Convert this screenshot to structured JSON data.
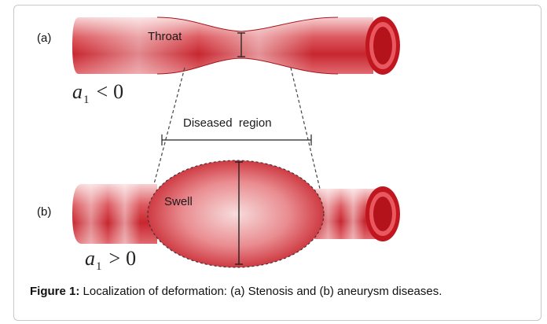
{
  "panels": {
    "a": {
      "label": "(a)",
      "condition_var": "a",
      "condition_sub": "1",
      "condition_op": "<",
      "condition_val": "0",
      "feature": "Throat"
    },
    "b": {
      "label": "(b)",
      "condition_var": "a",
      "condition_sub": "1",
      "condition_op": ">",
      "condition_val": "0",
      "feature": "Swell"
    }
  },
  "region_label": "Diseased  region",
  "caption": {
    "label": "Figure 1:",
    "text": " Localization of deformation: (a) Stenosis and (b) aneurysm diseases."
  },
  "colors": {
    "vessel_dark": "#c21e28",
    "vessel_light": "#f6c2c4",
    "vessel_lumen": "#b5131c",
    "frame": "#c8c8c8"
  }
}
